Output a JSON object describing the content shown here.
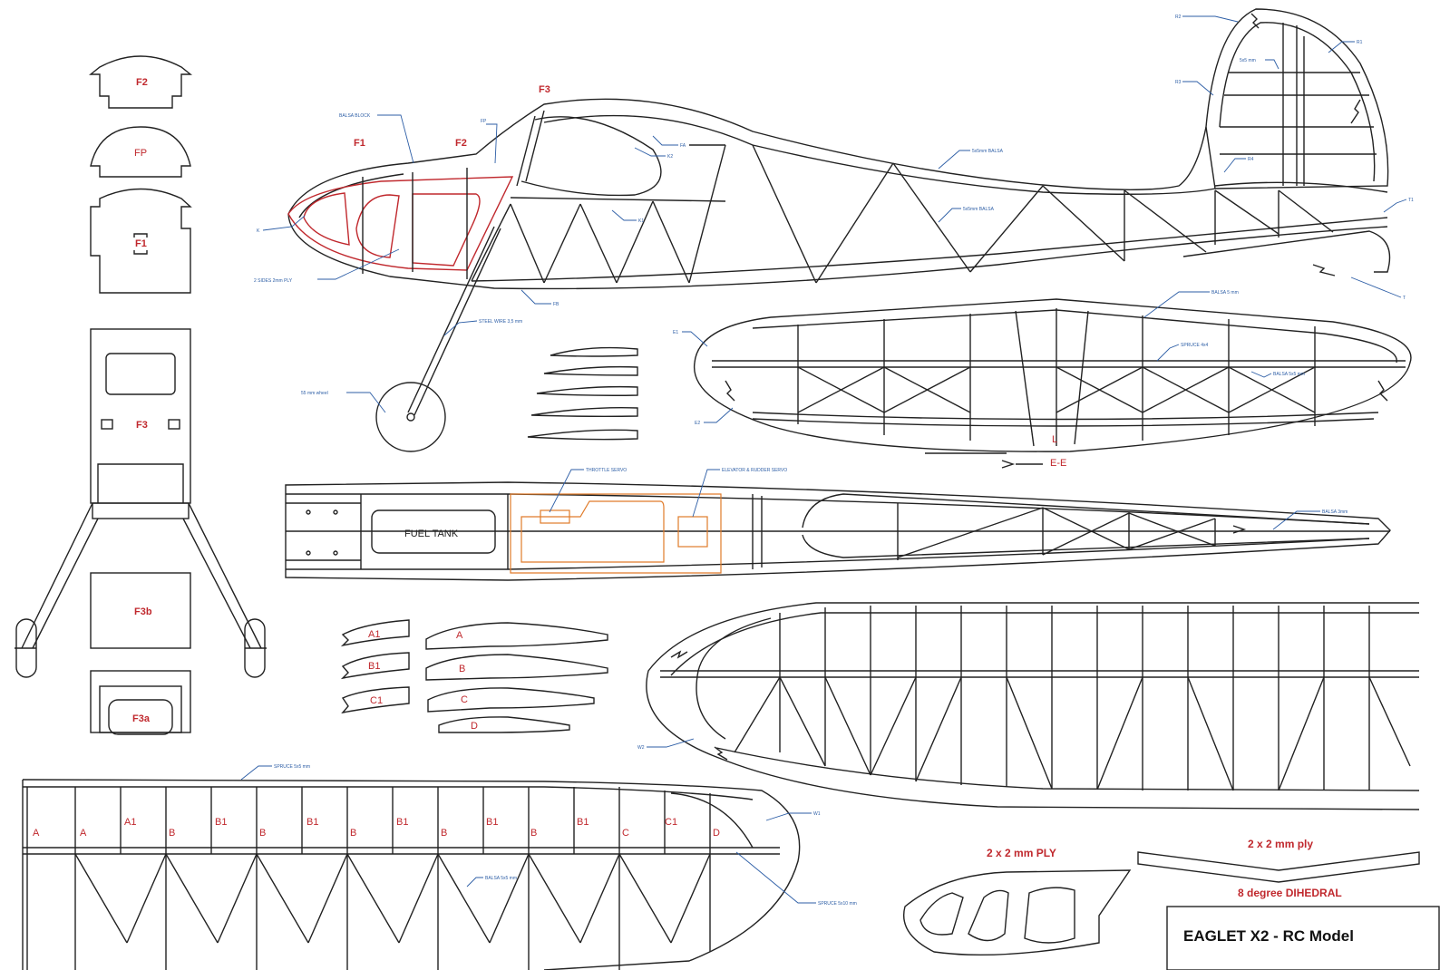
{
  "title_block": {
    "title": "EAGLET X2 - RC Model"
  },
  "formers": {
    "F2": "F2",
    "FP": "FP",
    "F1": "F1",
    "F3": "F3",
    "F3b": "F3b",
    "F3a": "F3a"
  },
  "fuselage_side": {
    "F3": "F3",
    "F1": "F1",
    "F2": "F2",
    "balsa_block": "BALSA BLOCK",
    "ply_sides": "2 SIDES 2mm PLY",
    "steel_wire": "STEEL WIRE 3,5 mm",
    "wheel": "55 mm wheel",
    "FP": "FP",
    "FA": "FA",
    "K2": "K2",
    "K1": "K1",
    "K": "K",
    "FB": "FB",
    "balsa_5x5": "5x5mm BALSA",
    "balsa_5x5b": "5x5mm BALSA"
  },
  "tail_fin": {
    "R2": "R2",
    "R1": "R1",
    "R3": "R3",
    "R4": "R4",
    "balsa_note": "5x5 mm",
    "T": "T",
    "T1": "T1"
  },
  "stabilizer": {
    "balsa_top": "BALSA 5 mm",
    "spruce": "SPRUCE 4x4",
    "balsa_5x5": "BALSA 5x5 mm",
    "E1": "E1",
    "E2": "E2",
    "L": "L",
    "section": "E-E"
  },
  "fuselage_top": {
    "fuel_tank": "FUEL TANK",
    "throttle_servo": "THROTTLE SERVO",
    "elevator_rudder_servo": "ELEVATOR & RUDDER SERVO",
    "balsa_3mm": "BALSA 3mm"
  },
  "ribs": {
    "A1": "A1",
    "B1": "B1",
    "C1": "C1",
    "A": "A",
    "B": "B",
    "C": "C",
    "D": "D"
  },
  "wing_top": {
    "W2": "W2"
  },
  "wing_bottom": {
    "spruce_top": "SPRUCE 5x5 mm",
    "W1": "W1",
    "balsa": "BALSA 5x5 mm",
    "spruce_right": "SPRUCE 5x10 mm",
    "rib_labels": [
      "A",
      "A",
      "A1",
      "B",
      "B1",
      "B",
      "B1",
      "B",
      "B1",
      "B",
      "B1",
      "B",
      "B1",
      "C",
      "C1",
      "D"
    ]
  },
  "dihedral": {
    "ply_left": "2 x 2 mm PLY",
    "ply_right": "2 x 2 mm ply",
    "dihedral": "8 degree DIHEDRAL"
  }
}
